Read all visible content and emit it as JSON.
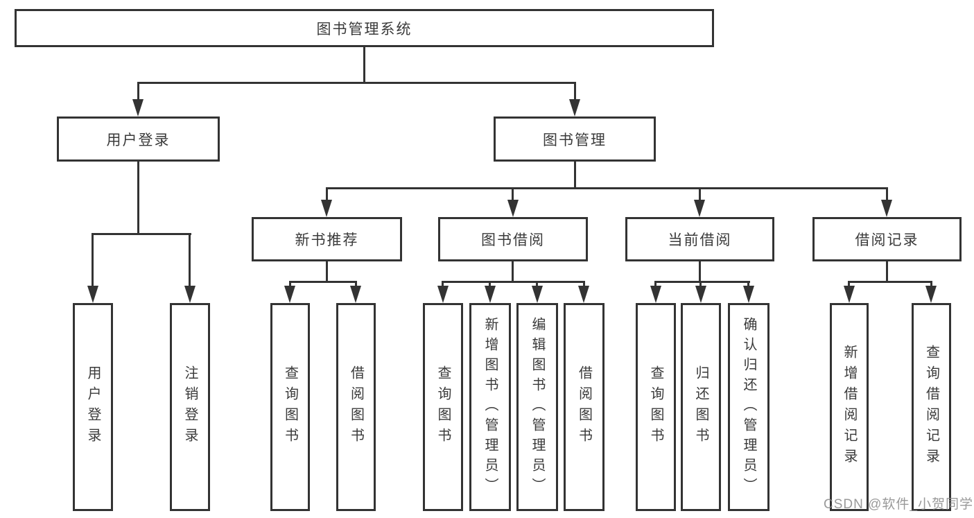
{
  "root": {
    "label": "图书管理系统"
  },
  "branches": [
    {
      "label": "用户登录",
      "children": [
        {
          "label": "用户登录"
        },
        {
          "label": "注销登录"
        }
      ]
    },
    {
      "label": "图书管理",
      "groups": [
        {
          "label": "新书推荐",
          "children": [
            {
              "label": "查询图书"
            },
            {
              "label": "借阅图书"
            }
          ]
        },
        {
          "label": "图书借阅",
          "children": [
            {
              "label": "查询图书"
            },
            {
              "label": "新增图书（管理员）"
            },
            {
              "label": "编辑图书（管理员）"
            },
            {
              "label": "借阅图书"
            }
          ]
        },
        {
          "label": "当前借阅",
          "children": [
            {
              "label": "查询图书"
            },
            {
              "label": "归还图书"
            },
            {
              "label": "确认归还（管理员）"
            }
          ]
        },
        {
          "label": "借阅记录",
          "children": [
            {
              "label": "新增借阅记录"
            },
            {
              "label": "查询借阅记录"
            }
          ]
        }
      ]
    }
  ],
  "watermark": "CSDN @软件_小贺同学",
  "colors": {
    "line": "#333333",
    "box_fill": "#ffffff",
    "text": "#3a3a3a",
    "watermark": "#878787"
  }
}
